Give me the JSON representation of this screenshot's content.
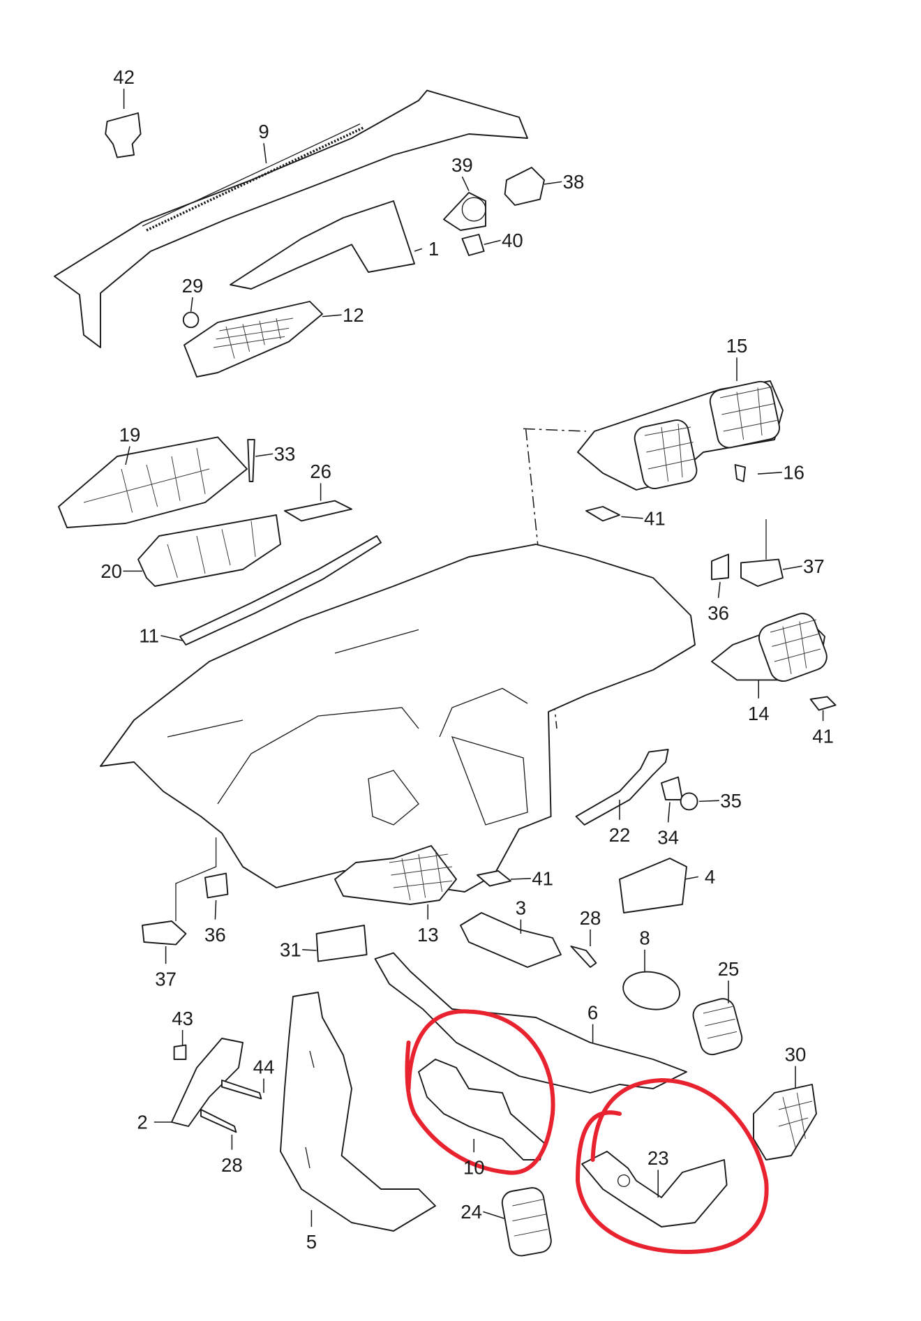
{
  "diagram": {
    "type": "exploded parts diagram - dashboard / air ducts",
    "highlight_color": "#e8232f",
    "callouts": [
      "42",
      "9",
      "39",
      "38",
      "1",
      "40",
      "29",
      "12",
      "15",
      "19",
      "33",
      "26",
      "16",
      "41",
      "37",
      "20",
      "36",
      "11",
      "14",
      "41",
      "35",
      "22",
      "34",
      "41",
      "4",
      "37",
      "36",
      "13",
      "31",
      "3",
      "28",
      "8",
      "25",
      "43",
      "6",
      "30",
      "44",
      "2",
      "23",
      "28",
      "10",
      "24",
      "5"
    ],
    "highlighted_parts": [
      "10",
      "23"
    ]
  }
}
